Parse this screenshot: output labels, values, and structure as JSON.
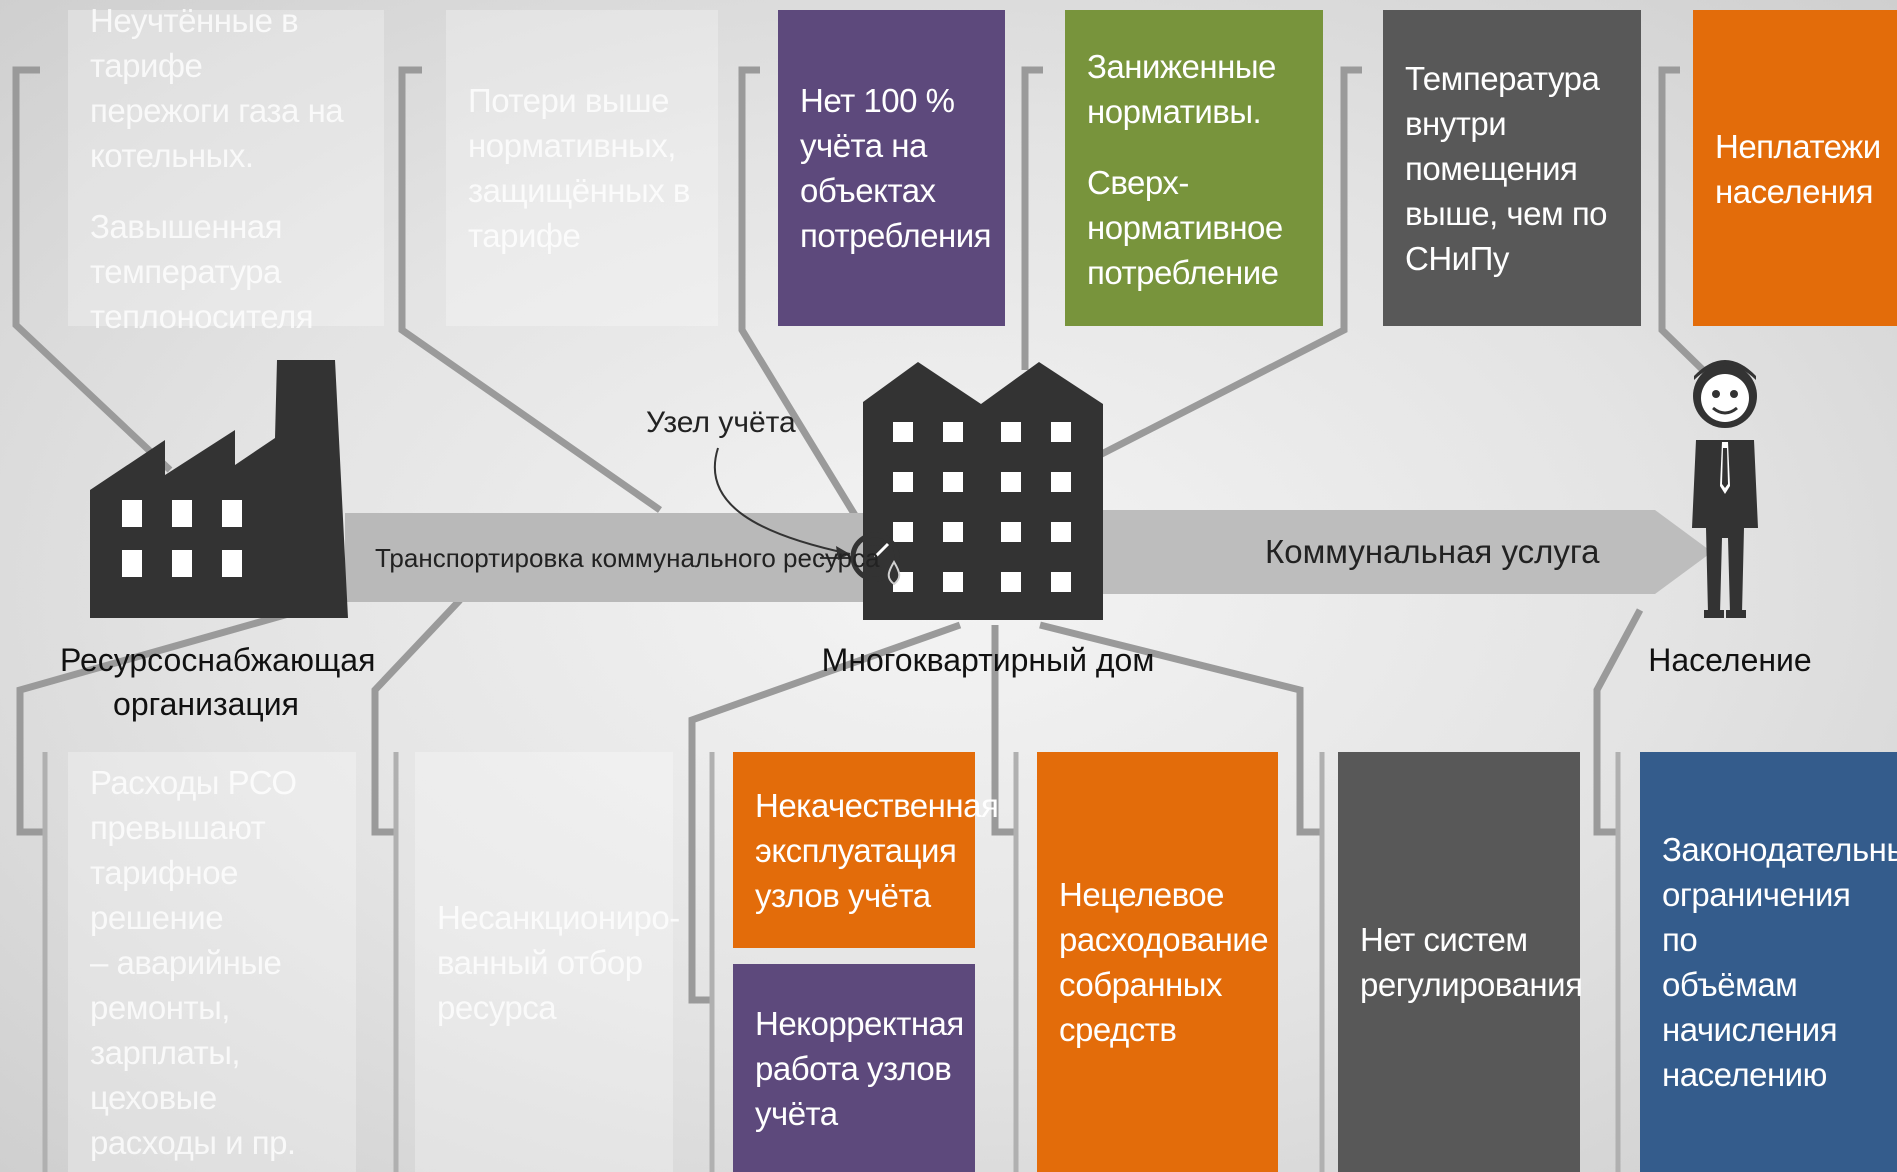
{
  "entities": {
    "rso": "Ресурсоснабжающая\nорганизация",
    "building": "Многоквартирный дом",
    "population": "Население"
  },
  "flow": {
    "transport": "Транспортировка коммунального ресурса",
    "meter_node": "Узел учёта",
    "service": "Коммунальная услуга"
  },
  "top_boxes": [
    {
      "paragraphs": [
        "Неучтённые в тарифе\nпережоги газа на\nкотельных.",
        "Завышенная\nтемпература\nтеплоносителя"
      ],
      "color": "faded"
    },
    {
      "paragraphs": [
        "Потери выше\nнормативных,\nзащищённых в\nтарифе"
      ],
      "color": "faded"
    },
    {
      "paragraphs": [
        "Нет 100 %\nучёта на\nобъектах\nпотребления"
      ],
      "color": "#5d497c"
    },
    {
      "paragraphs": [
        "Заниженные\nнормативы.",
        "Сверх-\nнормативное\nпотребление"
      ],
      "color": "#78943c"
    },
    {
      "paragraphs": [
        "Температура\nвнутри\nпомещения\nвыше, чем по\nСНиПу"
      ],
      "color": "#585858"
    },
    {
      "paragraphs": [
        "Неплатежи\nнаселения"
      ],
      "color": "#e36c0a"
    }
  ],
  "bottom_boxes": [
    {
      "paragraphs": [
        "Расходы РСО\nпревышают\nтарифное решение\n– аварийные\nремонты,\nзарплаты, цеховые\nрасходы и пр."
      ],
      "color": "faded"
    },
    {
      "paragraphs": [
        "Несанкциониро-\nванный отбор\nресурса"
      ],
      "color": "faded"
    },
    {
      "paragraphs": [
        "Некачественная\nэксплуатация\nузлов учёта"
      ],
      "color": "#e36c0a"
    },
    {
      "paragraphs": [
        "Некорректная\nработа узлов\nучёта"
      ],
      "color": "#5d497c"
    },
    {
      "paragraphs": [
        "Нецелевое\nрасходование\nсобранных\nсредств"
      ],
      "color": "#e36c0a"
    },
    {
      "paragraphs": [
        "Нет систем\nрегулирования"
      ],
      "color": "#585858"
    },
    {
      "paragraphs": [
        "Законодательные\nограничения по\nобъёмам\nначисления\nнаселению"
      ],
      "color": "#345c8c"
    }
  ]
}
